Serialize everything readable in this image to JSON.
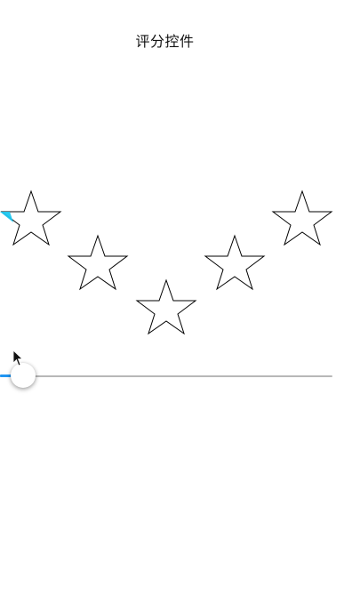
{
  "header": {
    "title": "评分控件"
  },
  "rating": {
    "max": 5,
    "value": 0.12,
    "accent_color": "#1ec7f0",
    "star_outline_color": "#000000",
    "star_fill_color": "#ffffff"
  },
  "slider": {
    "value_fraction": 0.07,
    "fill_color": "#2196f3",
    "track_color": "#b8b8b8"
  },
  "icons": {
    "star": "star-icon",
    "cursor": "mouse-pointer-icon"
  }
}
